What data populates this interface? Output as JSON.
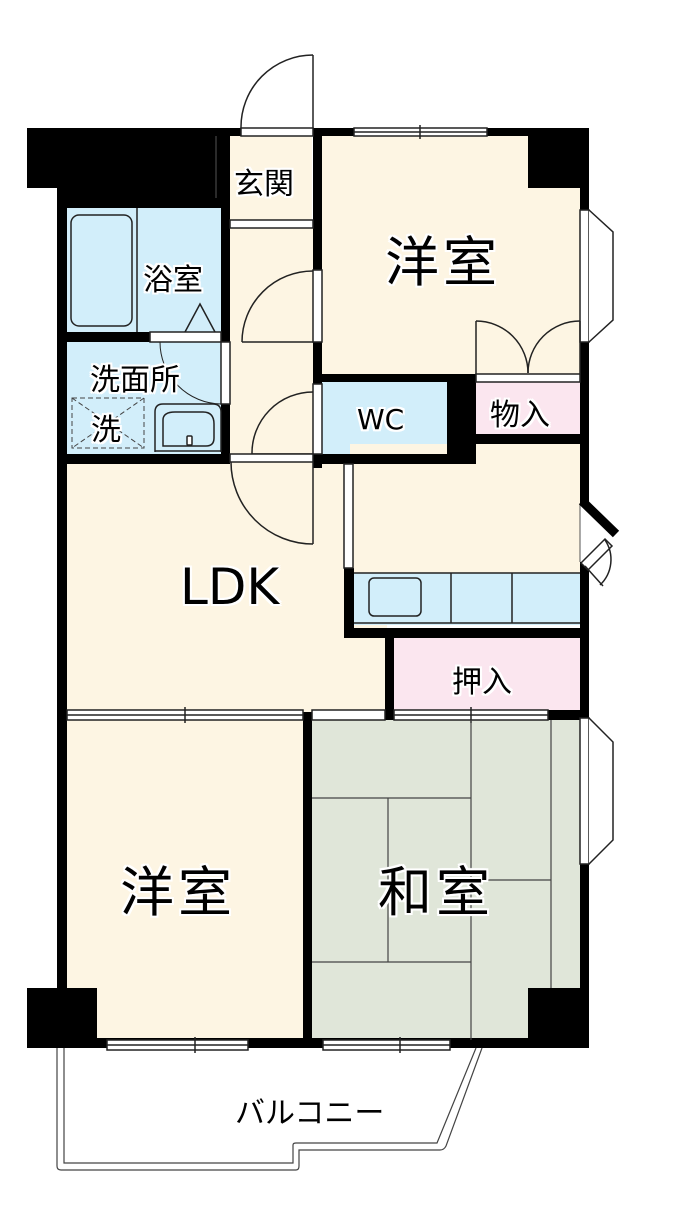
{
  "floor_plan": {
    "rooms": [
      {
        "id": "genkan",
        "label": "玄関",
        "name": "entrance",
        "color": "#fdf5e3"
      },
      {
        "id": "yoshitsu_north",
        "label": "洋室",
        "name": "western-room-north",
        "color": "#fdf5e3"
      },
      {
        "id": "yokushitsu",
        "label": "浴室",
        "name": "bathroom",
        "color": "#d2eefa"
      },
      {
        "id": "senmenjo",
        "label": "洗面所",
        "name": "washroom",
        "color": "#d2eefa"
      },
      {
        "id": "washer",
        "label": "洗",
        "name": "washing-machine-space",
        "color": "#d2eefa"
      },
      {
        "id": "wc",
        "label": "WC",
        "name": "toilet",
        "color": "#d2eefa"
      },
      {
        "id": "mono_ire",
        "label": "物入",
        "name": "storage-closet",
        "color": "#fbe6ef"
      },
      {
        "id": "ldk",
        "label": "LDK",
        "name": "living-dining-kitchen",
        "color": "#fdf5e3"
      },
      {
        "id": "oshiire",
        "label": "押入",
        "name": "oshiire-closet",
        "color": "#fbe6ef"
      },
      {
        "id": "yoshitsu_south",
        "label": "洋室",
        "name": "western-room-south",
        "color": "#fdf5e3"
      },
      {
        "id": "washitsu",
        "label": "和室",
        "name": "japanese-tatami-room",
        "color": "#e0e6d9"
      },
      {
        "id": "balcony",
        "label": "バルコニー",
        "name": "balcony",
        "color": "#ffffff"
      }
    ],
    "colors": {
      "wall": "#000000",
      "floor_western": "#fdf5e3",
      "floor_wet": "#d2eefa",
      "closet": "#fbe6ef",
      "tatami": "#e0e6d9",
      "line": "#333333"
    }
  }
}
